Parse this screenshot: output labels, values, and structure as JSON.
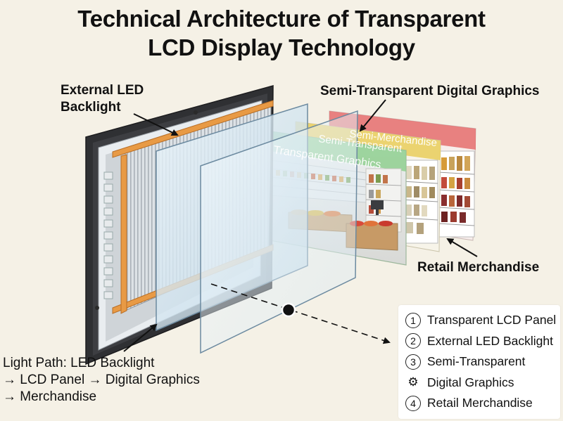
{
  "title": {
    "line1": "Technical Architecture of Transparent",
    "line2": "LCD Display Technology"
  },
  "labels": {
    "backlight_line1": "External LED",
    "backlight_line2": "Backlight",
    "graphics": "Semi-Transparent Digital Graphics",
    "merchandise": "Retail Merchandise"
  },
  "layers": {
    "back": "Semi-Merchandise",
    "middle": "Semi-Transparent",
    "front": "Transparent Graphics"
  },
  "light_path": {
    "line1": "Light Path: LED Backlight",
    "line2": "→ LCD Panel → Digital Graphics",
    "line3": "→ Merchandise"
  },
  "legend": {
    "items": [
      {
        "marker": "1",
        "text": "Transparent LCD Panel"
      },
      {
        "marker": "2",
        "text": "External LED Backlight"
      },
      {
        "marker": "3",
        "text": "Semi-Transparent"
      },
      {
        "marker": "gear-icon",
        "text": "Digital Graphics"
      },
      {
        "marker": "4",
        "text": "Retail Merchandise"
      }
    ]
  },
  "colors": {
    "background": "#f5f1e6",
    "frame": "#2f3033",
    "led_strip": "#e89a45",
    "panel_glass": "#cfe3ef",
    "layer_back": "#e56d6d",
    "layer_middle": "#e9cf63",
    "layer_front": "#8fcf8f"
  }
}
